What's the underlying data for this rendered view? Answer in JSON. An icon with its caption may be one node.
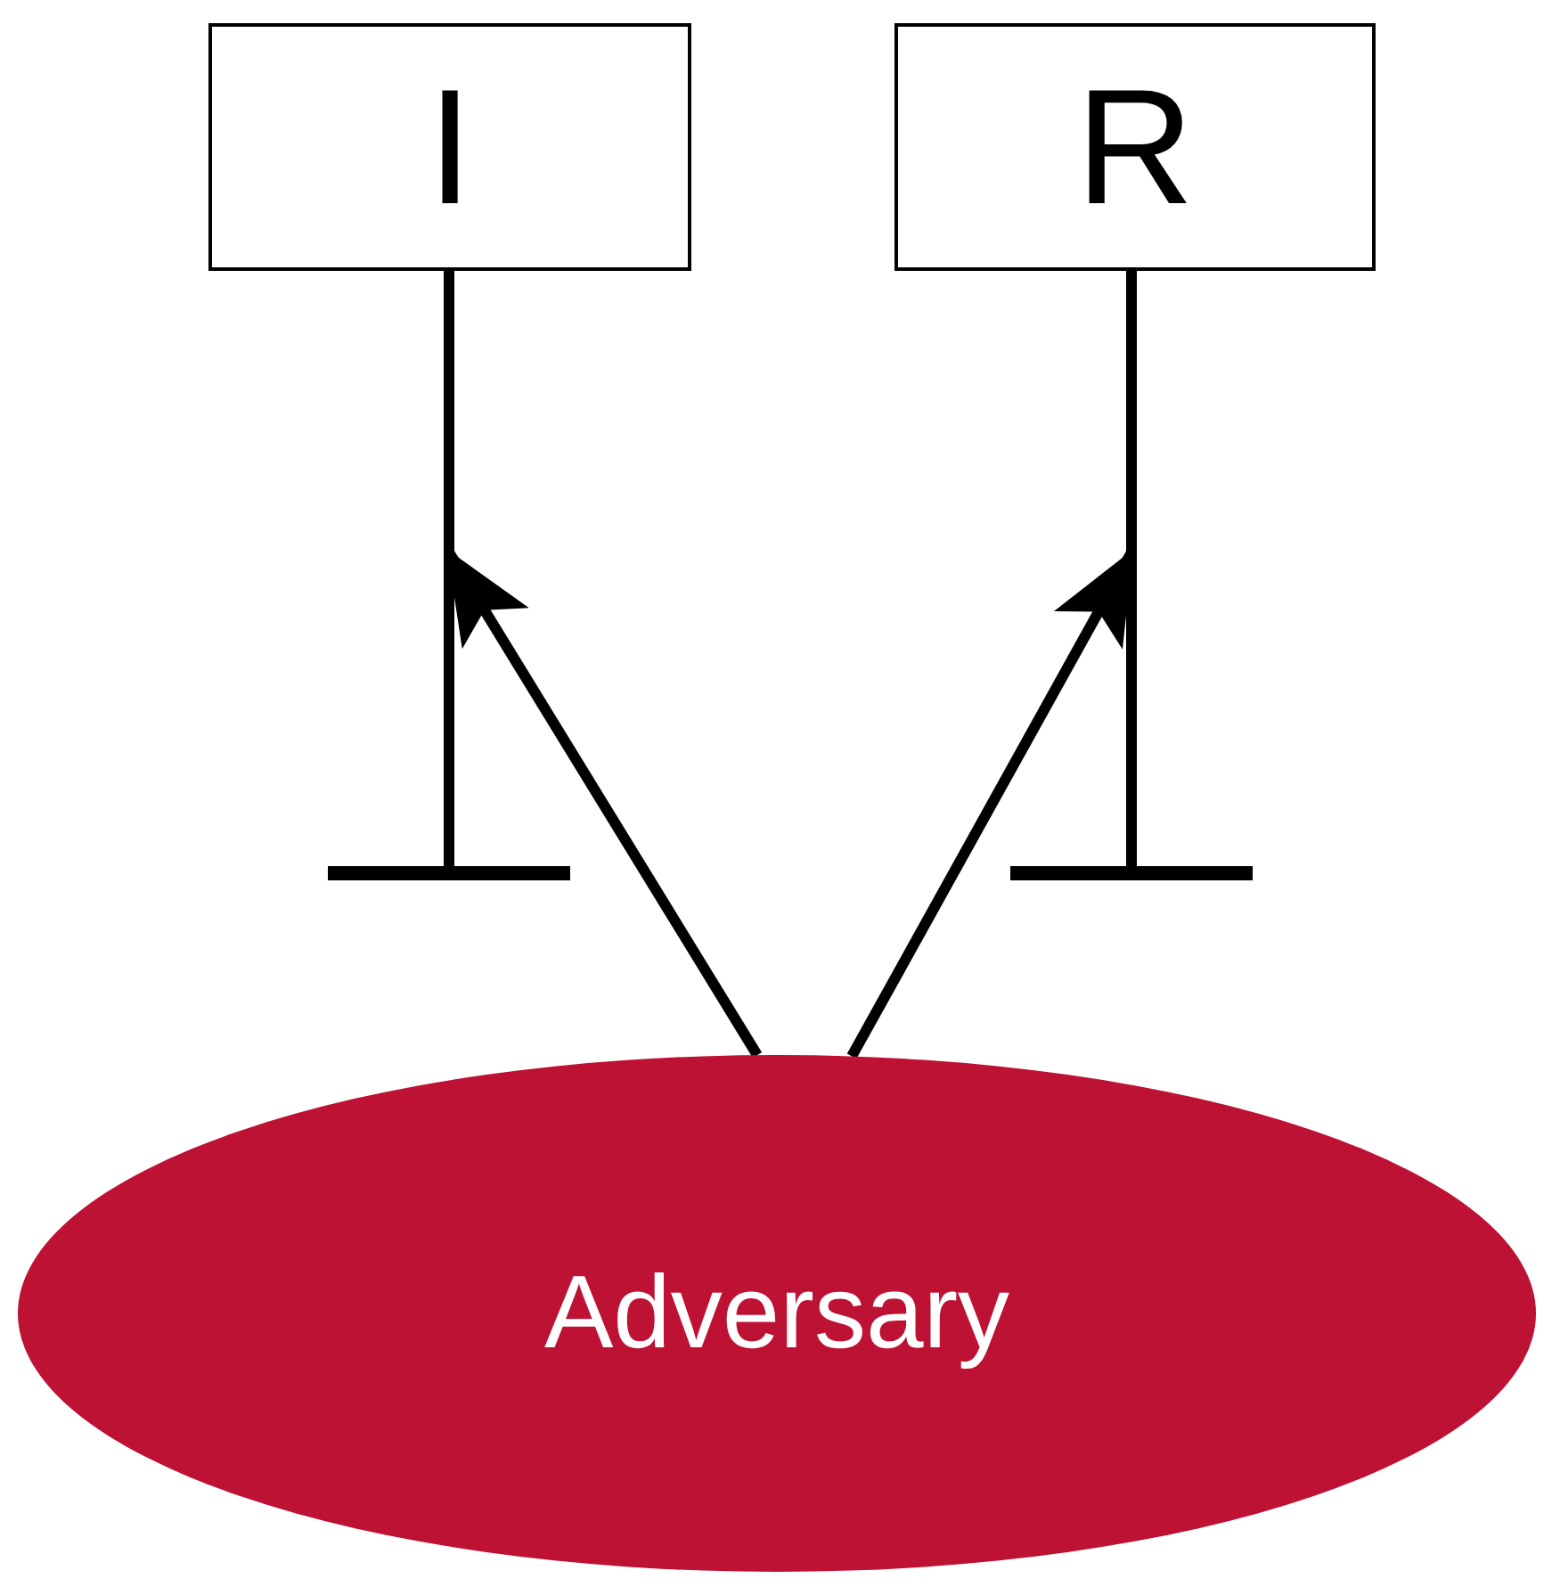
{
  "diagram": {
    "nodes": [
      {
        "text": [
          "I"
        ]
      },
      {
        "text": [
          "R"
        ]
      },
      {
        "text": [
          "Adversary"
        ]
      }
    ],
    "edges": [
      {
        "from": 0,
        "to": null,
        "arrow": "other"
      },
      {
        "from": 1,
        "to": null,
        "arrow": "other"
      },
      {
        "from": 2,
        "to": null,
        "arrow": "to"
      },
      {
        "from": 2,
        "to": null,
        "arrow": "to"
      }
    ]
  }
}
